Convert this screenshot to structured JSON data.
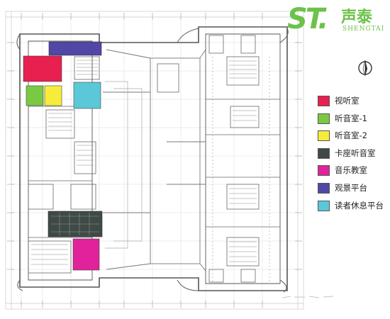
{
  "logo": {
    "mark": "ST.",
    "name_cn": "声泰",
    "name_en": "SHENGTAI",
    "color": "#6cc24a"
  },
  "legend": [
    {
      "label": "视听室",
      "color": "#e8204f"
    },
    {
      "label": "听音室-1",
      "color": "#7ac943"
    },
    {
      "label": "听音室-2",
      "color": "#f7ec3a"
    },
    {
      "label": "卡座听音室",
      "color": "#3f4a46"
    },
    {
      "label": "音乐教室",
      "color": "#e0239a"
    },
    {
      "label": "观景平台",
      "color": "#5147a6"
    },
    {
      "label": "读者休息平台",
      "color": "#5bc8d8"
    }
  ],
  "icons": {
    "compass": "compass-north-icon"
  }
}
